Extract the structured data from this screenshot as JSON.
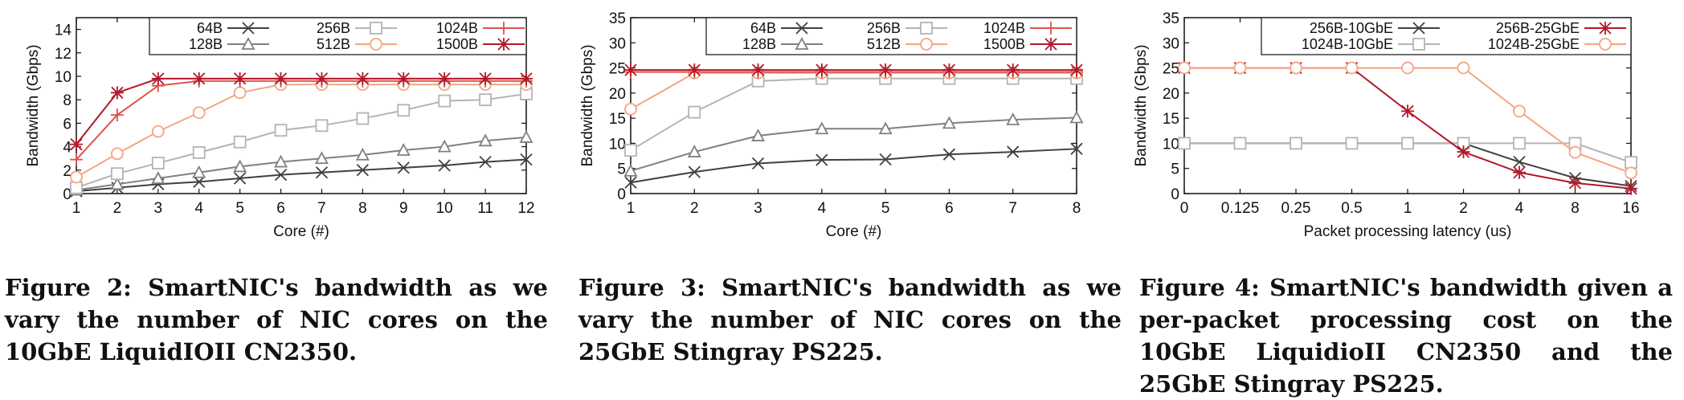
{
  "charts": [
    {
      "id": "fig2",
      "caption": "Figure 2: SmartNIC's bandwidth as we vary the number of NIC cores on the 10GbE LiquidIOII CN2350.",
      "chart_data": {
        "type": "line",
        "xlabel": "Core (#)",
        "ylabel": "Bandwidth (Gbps)",
        "x": [
          1,
          2,
          3,
          4,
          5,
          6,
          7,
          8,
          9,
          10,
          11,
          12
        ],
        "xticks": [
          "1",
          "2",
          "3",
          "4",
          "5",
          "6",
          "7",
          "8",
          "9",
          "10",
          "11",
          "12"
        ],
        "xlim": [
          1,
          12
        ],
        "ylim": [
          0,
          15
        ],
        "yticks": [
          0,
          2,
          4,
          6,
          8,
          10,
          12,
          14
        ],
        "legend_position": "top-right",
        "series": [
          {
            "name": "64B",
            "color": "#404040",
            "marker": "x",
            "values": [
              0.2,
              0.5,
              0.8,
              1.0,
              1.3,
              1.6,
              1.8,
              2.0,
              2.2,
              2.4,
              2.7,
              2.9
            ]
          },
          {
            "name": "128B",
            "color": "#808080",
            "marker": "triangle",
            "values": [
              0.3,
              0.8,
              1.3,
              1.8,
              2.3,
              2.7,
              3.0,
              3.3,
              3.7,
              4.0,
              4.5,
              4.8
            ]
          },
          {
            "name": "256B",
            "color": "#b4b4b4",
            "marker": "square",
            "values": [
              0.5,
              1.7,
              2.6,
              3.5,
              4.4,
              5.4,
              5.8,
              6.4,
              7.1,
              7.9,
              8.0,
              8.5
            ]
          },
          {
            "name": "512B",
            "color": "#f4a582",
            "marker": "circle",
            "values": [
              1.4,
              3.4,
              5.3,
              6.9,
              8.6,
              9.3,
              9.3,
              9.3,
              9.3,
              9.3,
              9.3,
              9.3
            ]
          },
          {
            "name": "1024B",
            "color": "#e0524a",
            "marker": "plus",
            "values": [
              2.9,
              6.7,
              9.2,
              9.6,
              9.6,
              9.6,
              9.6,
              9.6,
              9.6,
              9.6,
              9.6,
              9.6
            ]
          },
          {
            "name": "1500B",
            "color": "#b2182b",
            "marker": "star",
            "values": [
              4.2,
              8.6,
              9.8,
              9.8,
              9.8,
              9.8,
              9.8,
              9.8,
              9.8,
              9.8,
              9.8,
              9.8
            ]
          }
        ]
      }
    },
    {
      "id": "fig3",
      "caption": "Figure 3: SmartNIC's bandwidth as we vary the number of NIC cores on the 25GbE Stingray PS225.",
      "chart_data": {
        "type": "line",
        "xlabel": "Core (#)",
        "ylabel": "Bandwidth (Gbps)",
        "x": [
          1,
          2,
          3,
          4,
          5,
          6,
          7,
          8
        ],
        "xticks": [
          "1",
          "2",
          "3",
          "4",
          "5",
          "6",
          "7",
          "8"
        ],
        "xlim": [
          1,
          8
        ],
        "ylim": [
          0,
          35
        ],
        "yticks": [
          0,
          5,
          10,
          15,
          20,
          25,
          30,
          35
        ],
        "legend_position": "top-right",
        "series": [
          {
            "name": "64B",
            "color": "#404040",
            "marker": "x",
            "values": [
              2.2,
              4.3,
              6.0,
              6.7,
              6.8,
              7.8,
              8.3,
              8.9
            ]
          },
          {
            "name": "128B",
            "color": "#808080",
            "marker": "triangle",
            "values": [
              4.5,
              8.3,
              11.5,
              12.9,
              12.9,
              14.0,
              14.7,
              15.1
            ]
          },
          {
            "name": "256B",
            "color": "#b4b4b4",
            "marker": "square",
            "values": [
              8.6,
              16.2,
              22.4,
              22.9,
              22.9,
              22.9,
              22.9,
              22.9
            ]
          },
          {
            "name": "512B",
            "color": "#f4a582",
            "marker": "circle",
            "values": [
              16.8,
              24.0,
              24.0,
              24.0,
              24.0,
              24.0,
              24.0,
              24.0
            ]
          },
          {
            "name": "1024B",
            "color": "#e0524a",
            "marker": "plus",
            "values": [
              24.2,
              24.2,
              24.2,
              24.2,
              24.2,
              24.2,
              24.2,
              24.2
            ]
          },
          {
            "name": "1500B",
            "color": "#b2182b",
            "marker": "star",
            "values": [
              24.6,
              24.6,
              24.6,
              24.6,
              24.6,
              24.6,
              24.6,
              24.6
            ]
          }
        ]
      }
    },
    {
      "id": "fig4",
      "caption": "Figure 4: SmartNIC's bandwidth given a per-packet processing cost on the 10GbE LiquidioII CN2350 and the 25GbE Stingray PS225.",
      "chart_data": {
        "type": "line",
        "xlabel": "Packet processing latency (us)",
        "ylabel": "Bandwidth (Gbps)",
        "categories": [
          "0",
          "0.125",
          "0.25",
          "0.5",
          "1",
          "2",
          "4",
          "8",
          "16"
        ],
        "xticks": [
          "0",
          "0.125",
          "0.25",
          "0.5",
          "1",
          "2",
          "4",
          "8",
          "16"
        ],
        "ylim": [
          0,
          35
        ],
        "yticks": [
          0,
          5,
          10,
          15,
          20,
          25,
          30,
          35
        ],
        "legend_position": "top-right",
        "series": [
          {
            "name": "256B-10GbE",
            "color": "#404040",
            "marker": "x",
            "values": [
              10,
              10,
              10,
              10,
              10,
              10,
              6.3,
              3.1,
              1.5
            ]
          },
          {
            "name": "1024B-10GbE",
            "color": "#b4b4b4",
            "marker": "square",
            "values": [
              10,
              10,
              10,
              10,
              10,
              10,
              10,
              10,
              6.2
            ]
          },
          {
            "name": "256B-25GbE",
            "color": "#b2182b",
            "marker": "star",
            "values": [
              25,
              25,
              25,
              25,
              16.4,
              8.3,
              4.2,
              2.1,
              1.0
            ]
          },
          {
            "name": "1024B-25GbE",
            "color": "#f4a582",
            "marker": "circle",
            "values": [
              25,
              25,
              25,
              25,
              25,
              25,
              16.4,
              8.2,
              4.1
            ]
          }
        ]
      }
    }
  ]
}
